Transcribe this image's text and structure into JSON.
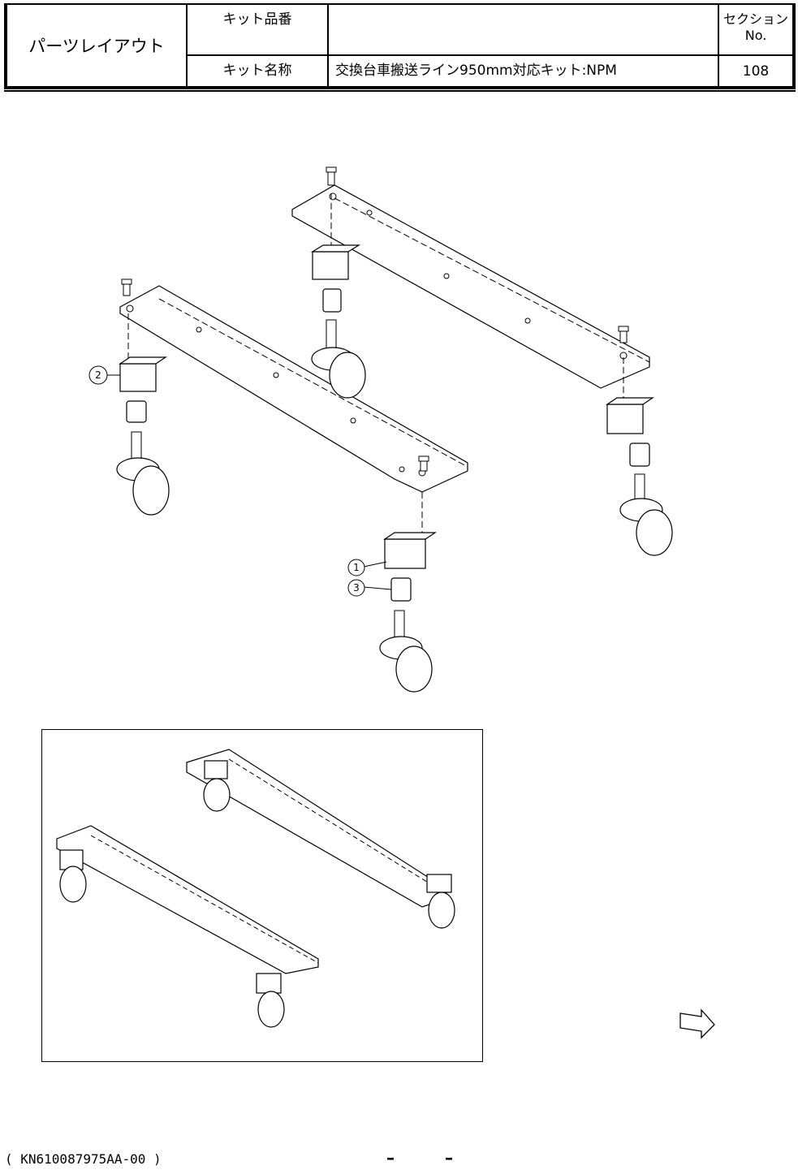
{
  "header": {
    "title": "パーツレイアウト",
    "kit_number_label": "キット品番",
    "kit_number_value": "",
    "kit_name_label": "キット名称",
    "kit_name_value": "交換台車搬送ライン950mm対応キット:NPM",
    "section_label": "セクションNo.",
    "section_value": "108"
  },
  "callouts": [
    "1",
    "2",
    "3"
  ],
  "footer": {
    "document_code": "( KN610087975AA-00 )",
    "dash_left": "–",
    "dash_right": "–"
  },
  "icons": {
    "forward_arrow": "fwd-arrow-icon"
  }
}
